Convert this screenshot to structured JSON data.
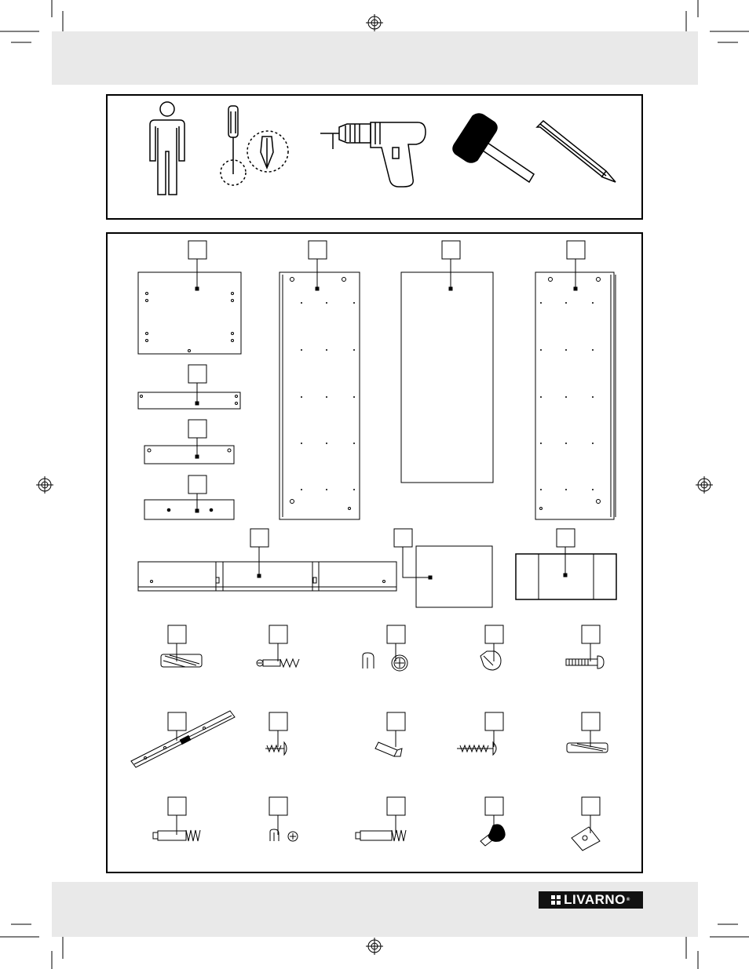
{
  "brand": {
    "logo_text": "LIVARNO",
    "registered": "®"
  },
  "tools_required": [
    "person-icon",
    "screwdriver-icon",
    "drill-icon",
    "mallet-icon",
    "pencil-icon"
  ],
  "parts": {
    "panels": [
      "top-panel",
      "front-strip-1",
      "front-strip-2",
      "front-strip-3",
      "side-panel-left",
      "back-panel",
      "side-panel-right",
      "plinth",
      "small-panel",
      "drawer-box"
    ],
    "hardware": [
      "dowel",
      "cam-bolt",
      "cam-lock",
      "shelf-support",
      "machine-screw",
      "drawer-runner",
      "short-screw",
      "wall-plug",
      "long-screw",
      "wood-dowel",
      "connector-bolt",
      "small-cam-lock",
      "long-connector-bolt",
      "knob-screw",
      "corner-bracket"
    ]
  }
}
